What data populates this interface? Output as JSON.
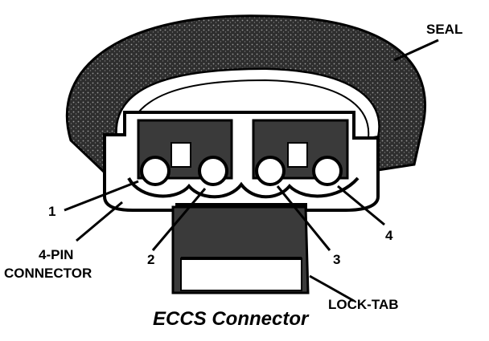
{
  "labels": {
    "seal": "SEAL",
    "pin1": "1",
    "pin2": "2",
    "pin3": "3",
    "pin4": "4",
    "connector_line1": "4-PIN",
    "connector_line2": "CONNECTOR",
    "lock_tab": "LOCK-TAB"
  },
  "caption": "ECCS Connector",
  "colors": {
    "ink": "#000000",
    "paper": "#ffffff",
    "seal_fill": "#3a3a3a"
  }
}
